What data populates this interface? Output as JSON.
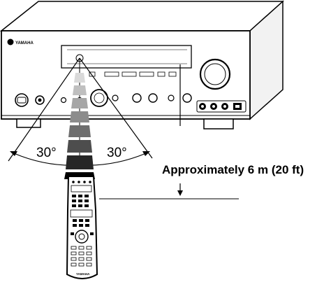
{
  "brand_logo": "YAMAHA",
  "remote_logo": "YAMAHA",
  "left_angle_label": "30°",
  "right_angle_label": "30°",
  "distance_label": "Approximately 6 m (20 ft)"
}
